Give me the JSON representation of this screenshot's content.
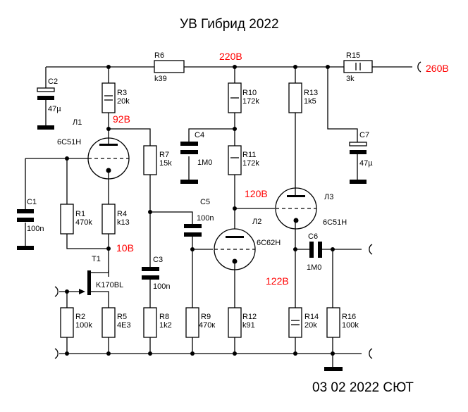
{
  "title": "УВ Гибрид 2022",
  "footer": "03 02 2022 СЮТ",
  "colors": {
    "voltage": "#ff0000",
    "wire": "#000000"
  },
  "voltages": {
    "supply": "260В",
    "node_220": "220В",
    "node_92": "92В",
    "node_120": "120В",
    "node_10": "10В",
    "node_122": "122В"
  },
  "components": {
    "R1": {
      "ref": "R1",
      "value": "470k"
    },
    "R2": {
      "ref": "R2",
      "value": "100k"
    },
    "R3": {
      "ref": "R3",
      "value": "20k"
    },
    "R4": {
      "ref": "R4",
      "value": "k13"
    },
    "R5": {
      "ref": "R5",
      "value": "4E3"
    },
    "R6": {
      "ref": "R6",
      "value": "k39"
    },
    "R7": {
      "ref": "R7",
      "value": "15k"
    },
    "R8": {
      "ref": "R8",
      "value": "1k2"
    },
    "R9": {
      "ref": "R9",
      "value": "470к"
    },
    "R10": {
      "ref": "R10",
      "value": "172k"
    },
    "R11": {
      "ref": "R11",
      "value": "172k"
    },
    "R12": {
      "ref": "R12",
      "value": "k91"
    },
    "R13": {
      "ref": "R13",
      "value": "1k5"
    },
    "R14": {
      "ref": "R14",
      "value": "20k"
    },
    "R15": {
      "ref": "R15",
      "value": "3k"
    },
    "R16": {
      "ref": "R16",
      "value": "100k"
    },
    "C1": {
      "ref": "C1",
      "value": "100n"
    },
    "C2": {
      "ref": "C2",
      "value": "47µ"
    },
    "C3": {
      "ref": "C3",
      "value": "100n"
    },
    "C4": {
      "ref": "C4",
      "value": "1M0"
    },
    "C5": {
      "ref": "C5",
      "value": "100n"
    },
    "C6": {
      "ref": "C6",
      "value": "1M0"
    },
    "C7": {
      "ref": "C7",
      "value": "47µ"
    },
    "L1": {
      "ref": "Л1",
      "value": "6С51Н"
    },
    "L2": {
      "ref": "Л2",
      "value": "6С62Н"
    },
    "L3": {
      "ref": "Л3",
      "value": "6С51Н"
    },
    "T1": {
      "ref": "T1",
      "value": "K170BL"
    }
  }
}
